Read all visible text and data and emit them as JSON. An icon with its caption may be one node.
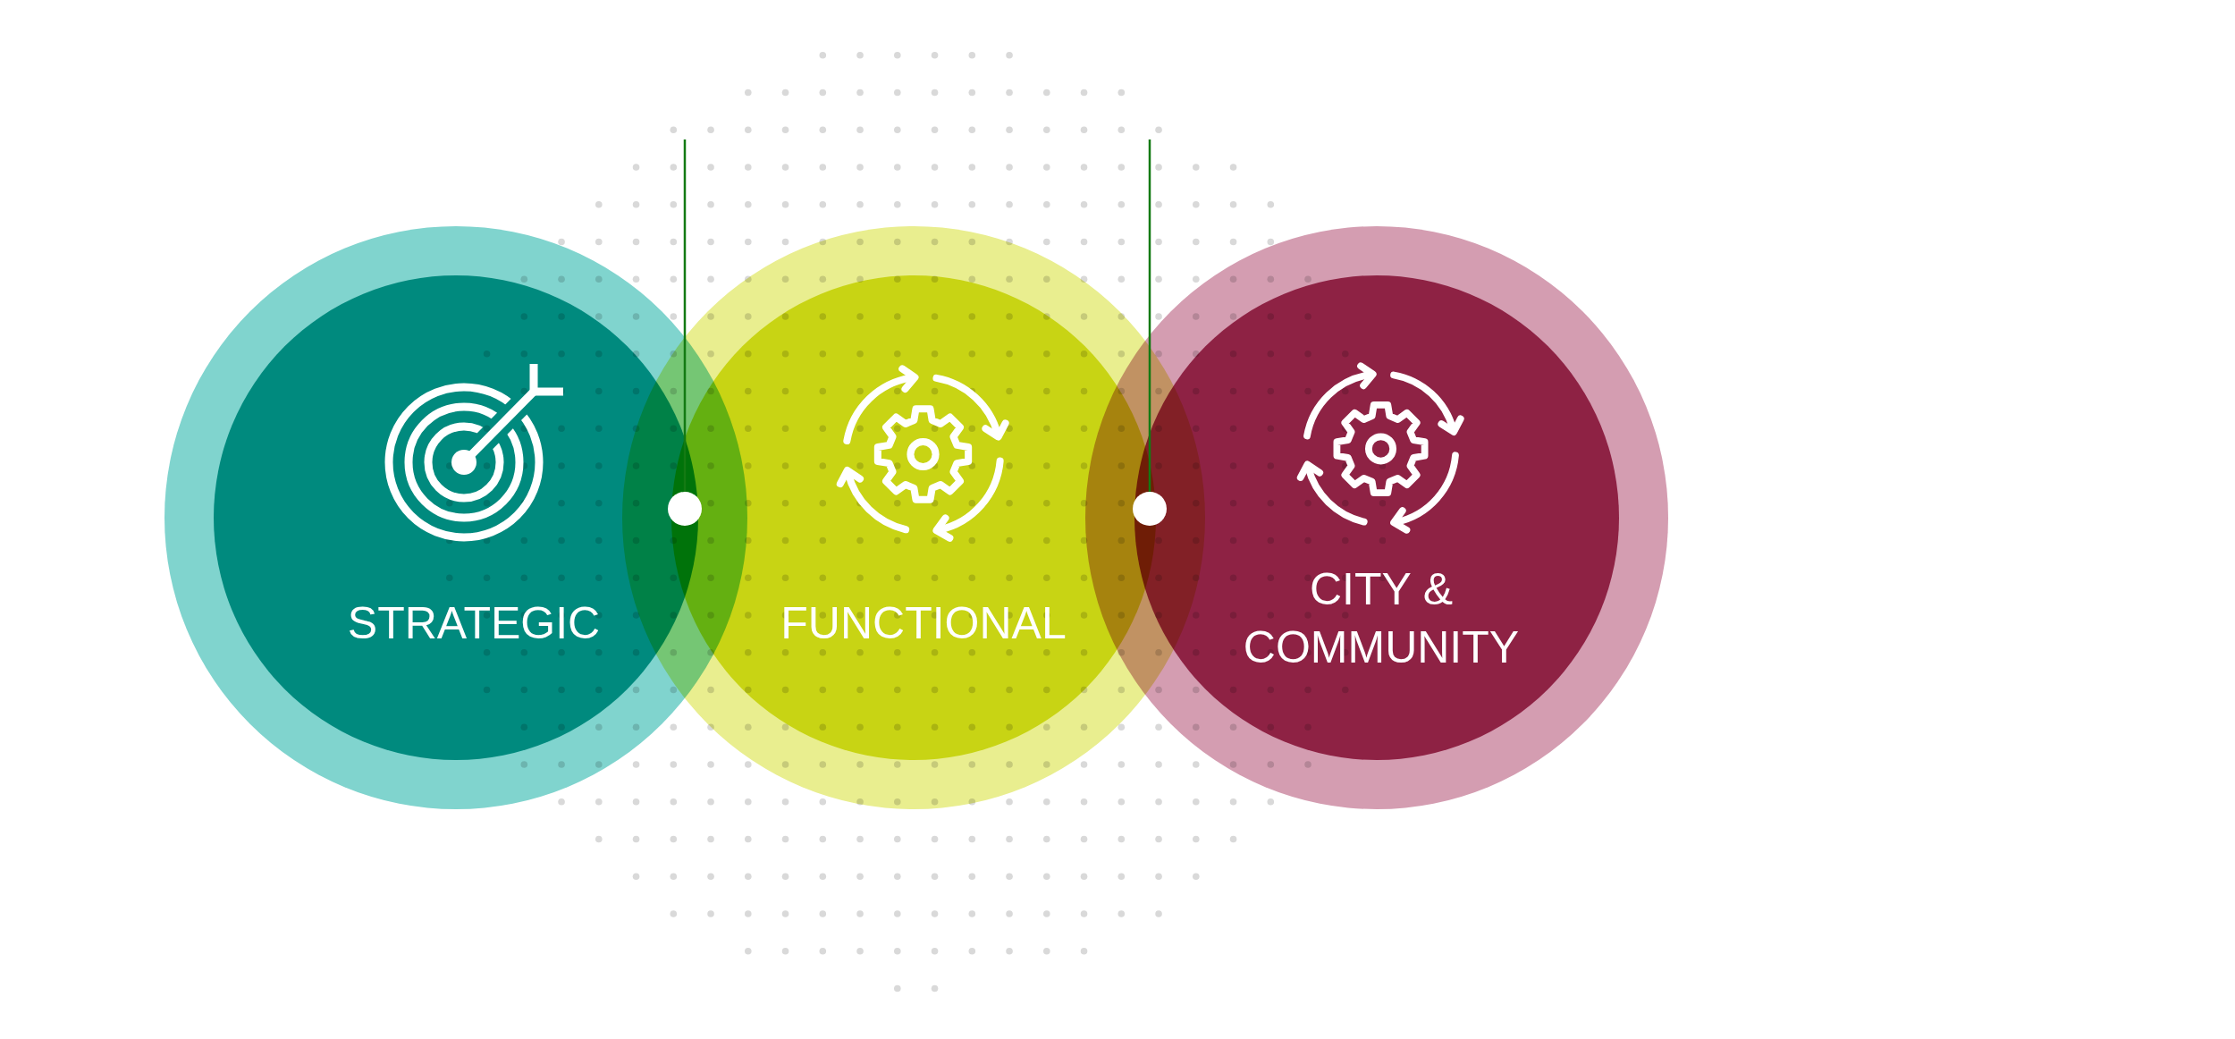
{
  "diagram": {
    "nodes": [
      {
        "text": [
          "STRATEGIC"
        ]
      },
      {
        "text": [],
        "shape": "circle"
      },
      {
        "text": [
          "FUNCTIONAL"
        ]
      },
      {
        "text": [],
        "shape": "circle"
      },
      {
        "text": [
          "CITY & COMMUNITY"
        ]
      }
    ],
    "edges": [
      {
        "from": null,
        "to": 1,
        "arrow": "none"
      },
      {
        "from": null,
        "to": 3,
        "arrow": "none"
      }
    ]
  }
}
